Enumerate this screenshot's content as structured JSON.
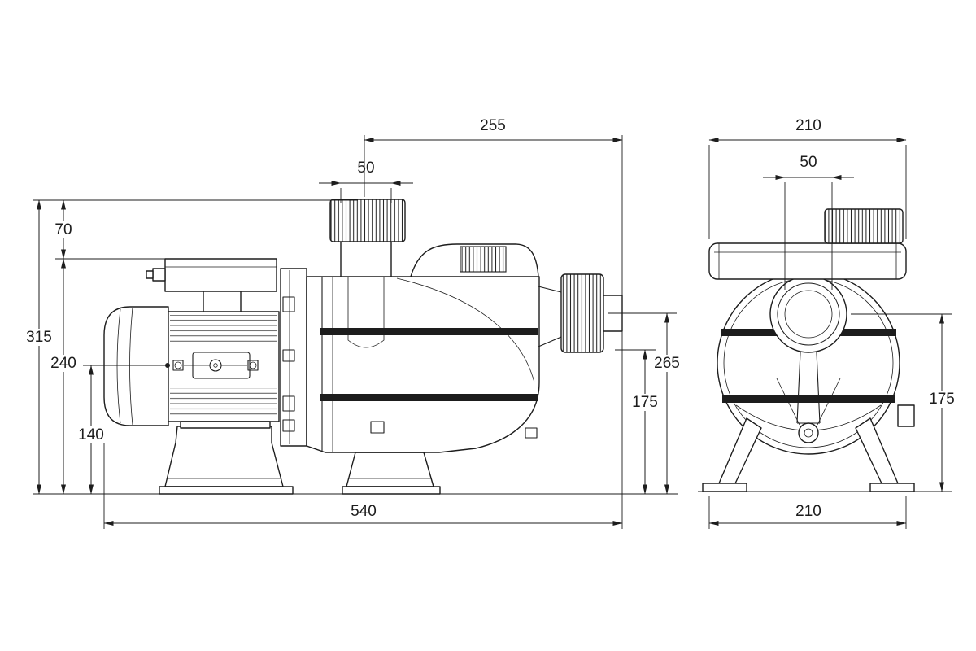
{
  "canvas": {
    "background": "#ffffff",
    "ink": "#1d1d1d"
  },
  "dimensions": {
    "side": {
      "span_255": "255",
      "lid_width_50": "50",
      "head_70": "70",
      "height_315": "315",
      "mid_240": "240",
      "axis_140": "140",
      "length_540": "540",
      "outlet_265": "265",
      "port_175": "175"
    },
    "front": {
      "width_top_210": "210",
      "port_50": "50",
      "axis_175": "175",
      "width_bottom_210": "210"
    }
  }
}
